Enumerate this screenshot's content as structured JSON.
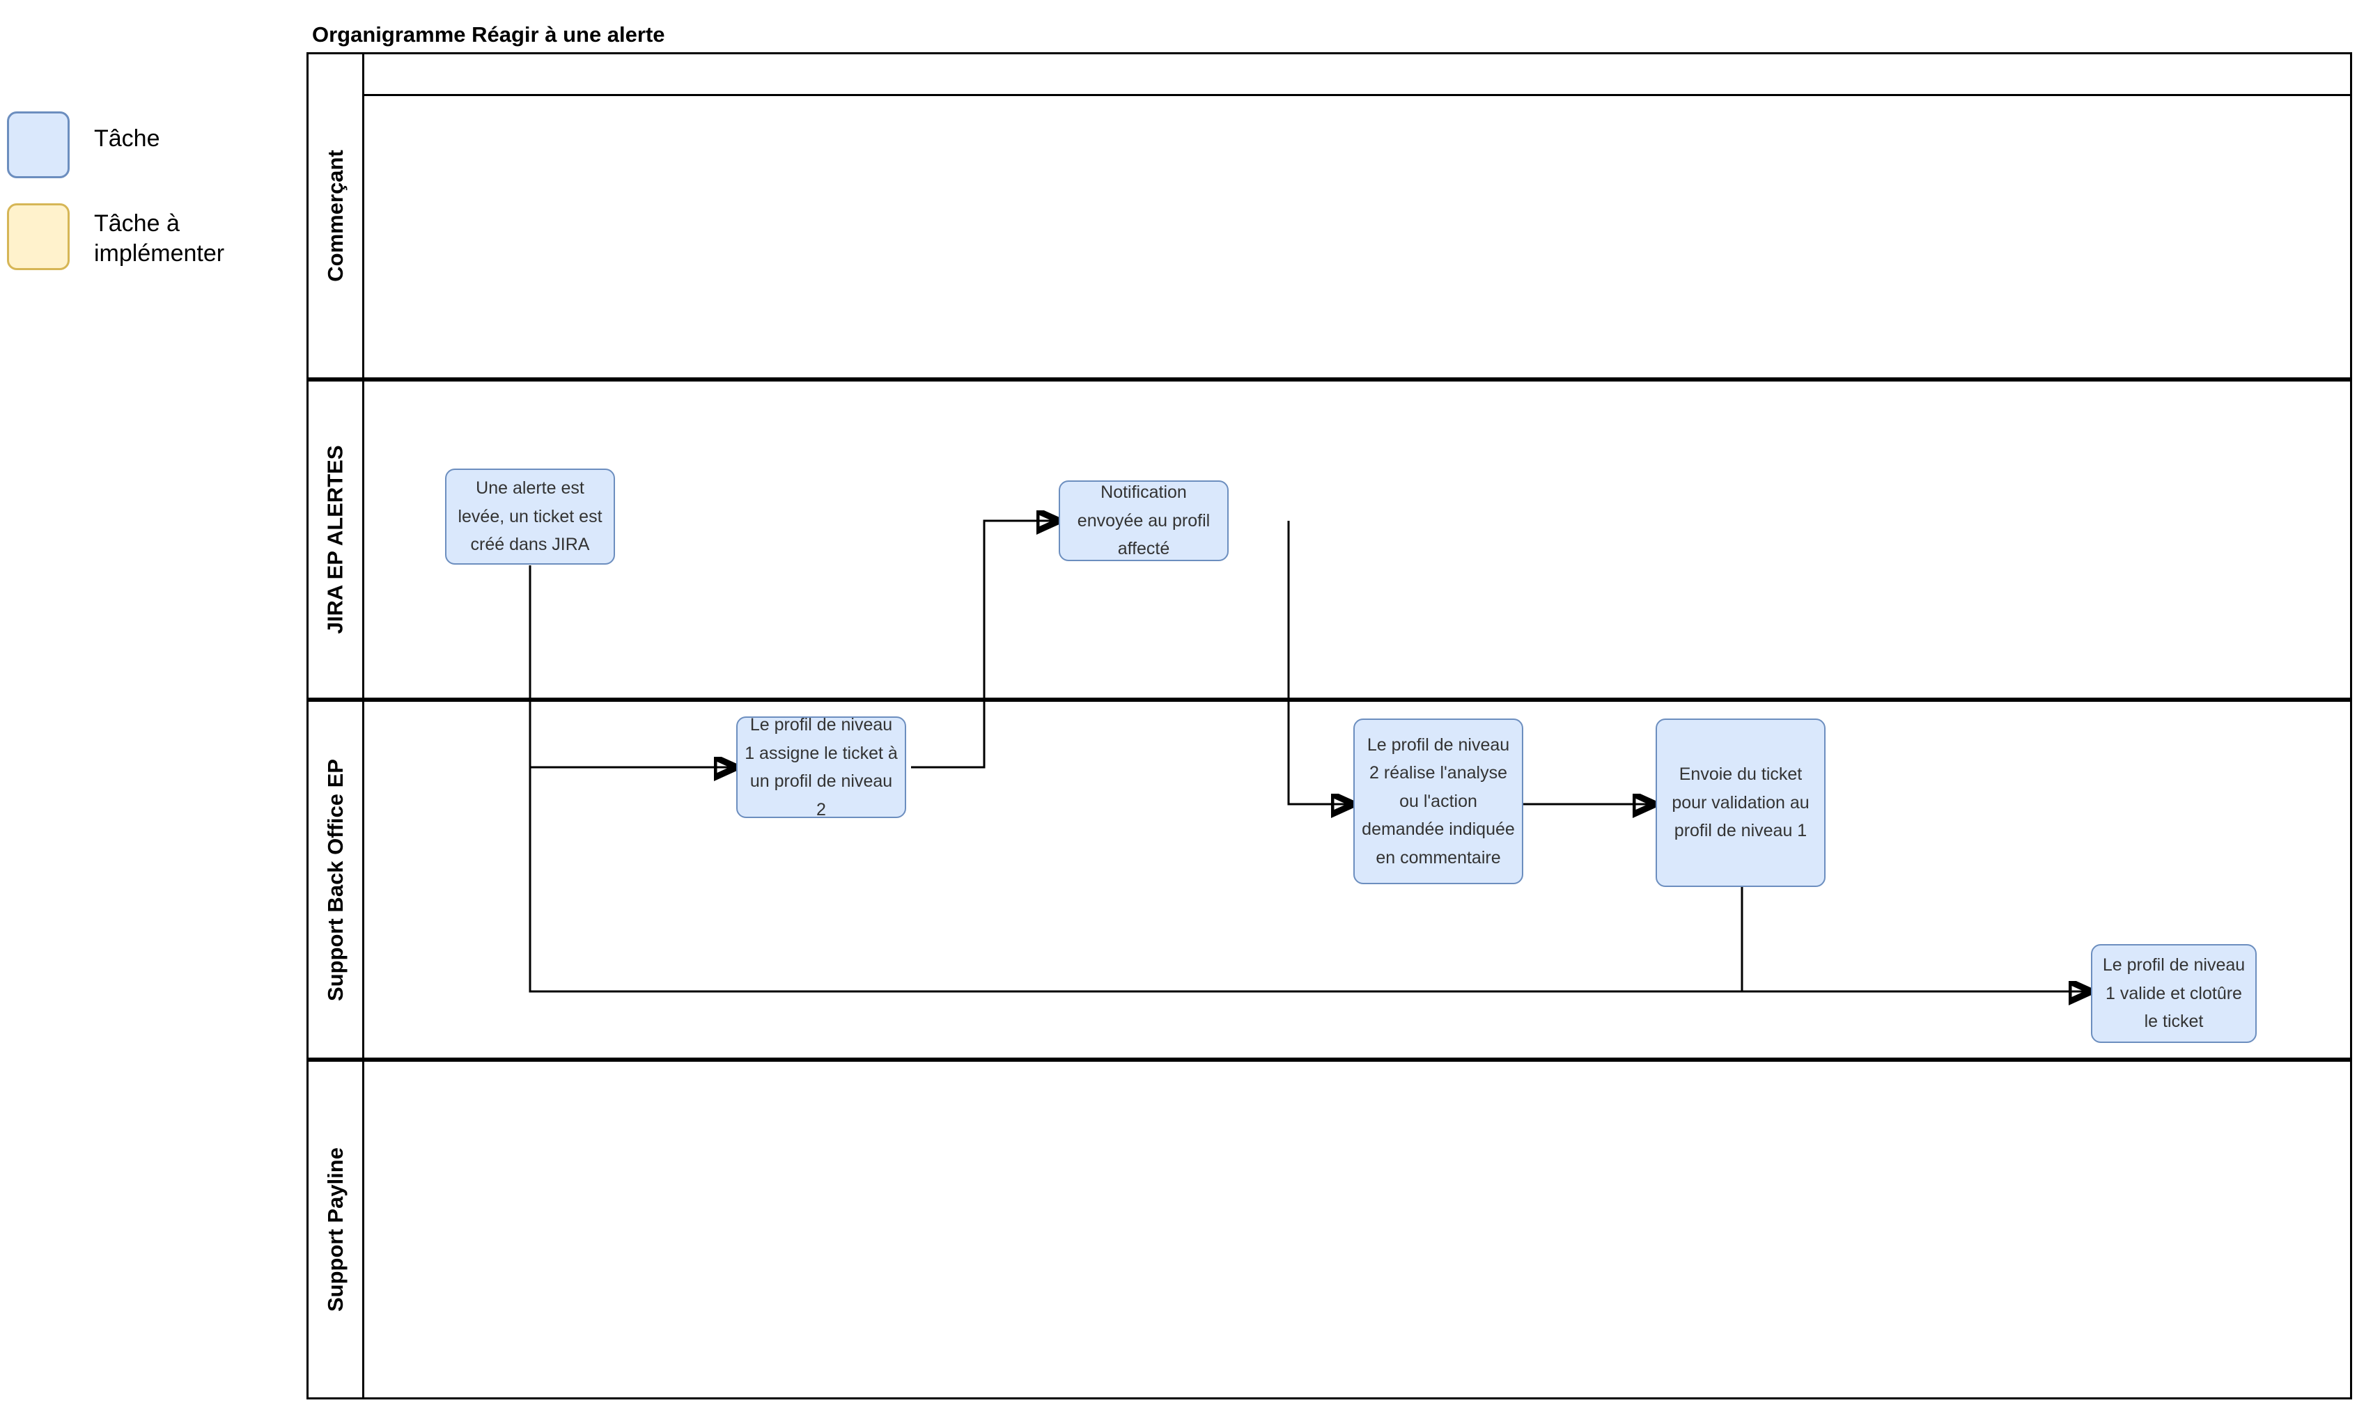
{
  "legend": {
    "items": [
      {
        "label": "Tâche",
        "fill": "#dae8fc",
        "stroke": "#6c8ebf",
        "icon": "rounded-rect-blue"
      },
      {
        "label": "Tâche à implémenter",
        "fill": "#fff2cc",
        "stroke": "#d6b656",
        "icon": "rounded-rect-yellow"
      }
    ]
  },
  "diagram": {
    "title": "Organigramme Réagir à une alerte",
    "lanes": [
      {
        "id": "commercant",
        "label": "Commerçant"
      },
      {
        "id": "jira-ep-alertes",
        "label": "JIRA EP ALERTES"
      },
      {
        "id": "support-back-office-ep",
        "label": "Support Back Office EP"
      },
      {
        "id": "support-payline",
        "label": "Support Payline"
      }
    ],
    "nodes": [
      {
        "id": "n1",
        "lane": "jira-ep-alertes",
        "text": "Une alerte est levée, un ticket est créé dans JIRA",
        "fill": "#dae8fc",
        "stroke": "#6c8ebf"
      },
      {
        "id": "n2",
        "lane": "support-back-office-ep",
        "text": "Le profil de niveau 1 assigne le ticket à un profil de niveau 2",
        "fill": "#dae8fc",
        "stroke": "#6c8ebf"
      },
      {
        "id": "n3",
        "lane": "jira-ep-alertes",
        "text": "Notification envoyée au profil affecté",
        "fill": "#dae8fc",
        "stroke": "#6c8ebf"
      },
      {
        "id": "n4",
        "lane": "support-back-office-ep",
        "text": "Le profil de niveau 2 réalise l'analyse ou l'action demandée indiquée en commentaire",
        "fill": "#dae8fc",
        "stroke": "#6c8ebf"
      },
      {
        "id": "n5",
        "lane": "support-back-office-ep",
        "text": "Envoie du ticket pour validation au profil de niveau 1",
        "fill": "#dae8fc",
        "stroke": "#6c8ebf"
      },
      {
        "id": "n6",
        "lane": "support-back-office-ep",
        "text": "Le profil de niveau 1 valide et clotûre le ticket",
        "fill": "#dae8fc",
        "stroke": "#6c8ebf"
      }
    ],
    "edges": [
      {
        "from": "n1",
        "to": "n2"
      },
      {
        "from": "n2",
        "to": "n3"
      },
      {
        "from": "n3",
        "to": "n4"
      },
      {
        "from": "n4",
        "to": "n5"
      },
      {
        "from": "n5",
        "to": "n6"
      }
    ]
  }
}
